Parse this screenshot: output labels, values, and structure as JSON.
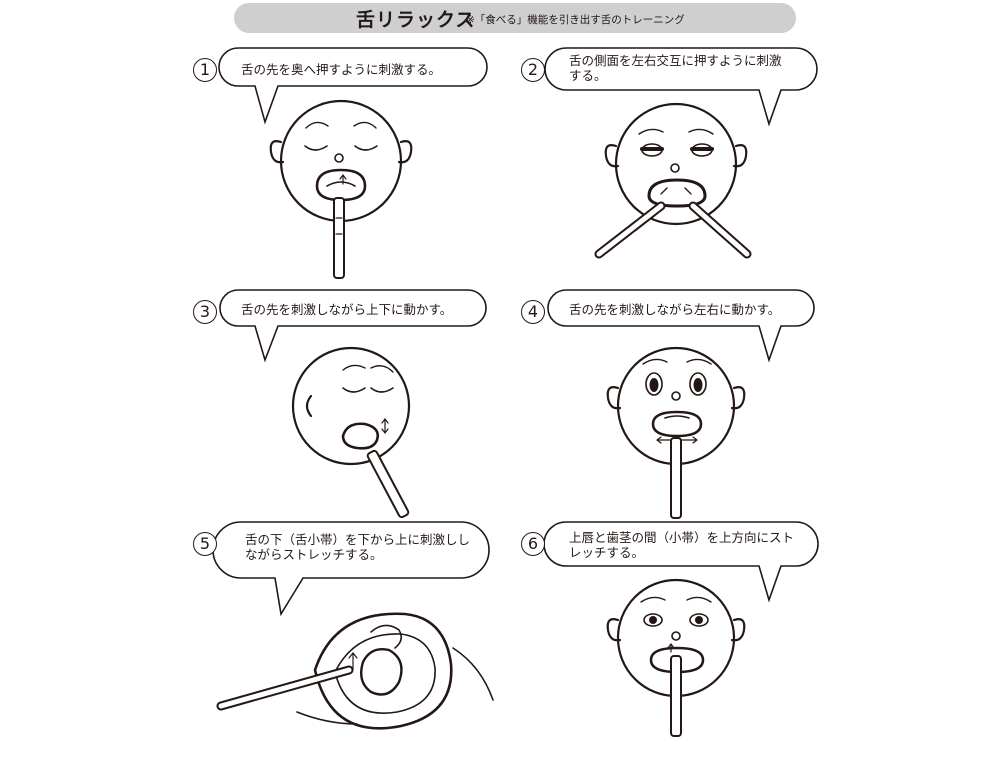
{
  "title": {
    "main": "舌リラックス",
    "sub": "※「食べる」機能を引き出す舌のトレーニング"
  },
  "steps": [
    {
      "number": "1",
      "lines": [
        "舌の先を奥へ押すように刺激する。"
      ]
    },
    {
      "number": "2",
      "lines": [
        "舌の側面を左右交互に押すように刺激",
        "する。"
      ]
    },
    {
      "number": "3",
      "lines": [
        "舌の先を刺激しながら上下に動かす。"
      ]
    },
    {
      "number": "4",
      "lines": [
        "舌の先を刺激しながら左右に動かす。"
      ]
    },
    {
      "number": "5",
      "lines": [
        "舌の下（舌小帯）を下から上に刺激しし",
        "ながらストレッチする。"
      ]
    },
    {
      "number": "6",
      "lines": [
        "上唇と歯茎の間（小帯）を上方向にスト",
        "レッチする。"
      ]
    }
  ]
}
